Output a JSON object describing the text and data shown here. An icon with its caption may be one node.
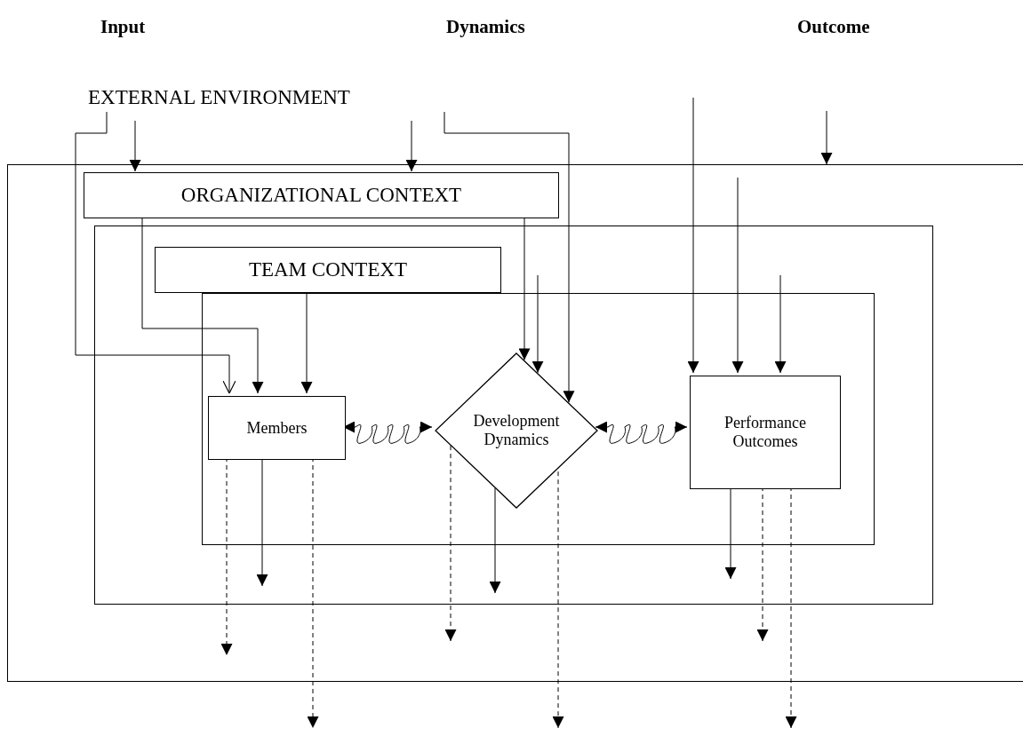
{
  "diagram": {
    "nodes": [
      {
        "text": [
          "EXTERNAL ENVIRONMENT"
        ]
      },
      {
        "text": [
          "ORGANIZATIONAL CONTEXT"
        ],
        "in": 0
      },
      {
        "text": [],
        "shape": "box",
        "in": 0
      },
      {
        "text": [
          "TEAM CONTEXT"
        ],
        "in": 2
      },
      {
        "text": [],
        "shape": "box",
        "in": 2
      },
      {
        "text": [
          "Members"
        ],
        "in": 4
      },
      {
        "text": [
          "Development Dynamics"
        ],
        "in": 4
      },
      {
        "text": [
          "Performance Outcomes"
        ],
        "in": 4
      }
    ],
    "edges": [
      {
        "from": null,
        "to": 1,
        "arrow": "to"
      },
      {
        "from": null,
        "to": 1,
        "arrow": "to"
      },
      {
        "from": null,
        "to": 0,
        "arrow": "to"
      },
      {
        "from": 0,
        "to": 5,
        "arrow": "to"
      },
      {
        "from": 0,
        "to": 6,
        "arrow": "to"
      },
      {
        "from": null,
        "to": 7,
        "arrow": "to"
      },
      {
        "from": 1,
        "to": 5,
        "arrow": "to"
      },
      {
        "from": 1,
        "to": 6,
        "arrow": "to"
      },
      {
        "from": null,
        "to": 7,
        "arrow": "to"
      },
      {
        "from": 3,
        "to": 5,
        "arrow": "to"
      },
      {
        "from": null,
        "to": 6,
        "arrow": "to"
      },
      {
        "from": null,
        "to": 7,
        "arrow": "to"
      },
      {
        "from": 5,
        "to": 6,
        "arrow": "both"
      },
      {
        "from": 6,
        "to": 7,
        "arrow": "both"
      },
      {
        "from": 5,
        "to": null,
        "arrow": "to"
      },
      {
        "from": 5,
        "to": null,
        "arrow": "to",
        "style": "dashed"
      },
      {
        "from": 5,
        "to": null,
        "arrow": "to",
        "style": "dashed"
      },
      {
        "from": 6,
        "to": null,
        "arrow": "to"
      },
      {
        "from": 6,
        "to": null,
        "arrow": "to",
        "style": "dashed"
      },
      {
        "from": 6,
        "to": null,
        "arrow": "to",
        "style": "dashed"
      },
      {
        "from": 7,
        "to": null,
        "arrow": "to"
      },
      {
        "from": 7,
        "to": null,
        "arrow": "to",
        "style": "dashed"
      },
      {
        "from": 7,
        "to": null,
        "arrow": "to",
        "style": "dashed"
      }
    ],
    "labels": [
      "Input",
      "Dynamics",
      "Outcome"
    ]
  }
}
